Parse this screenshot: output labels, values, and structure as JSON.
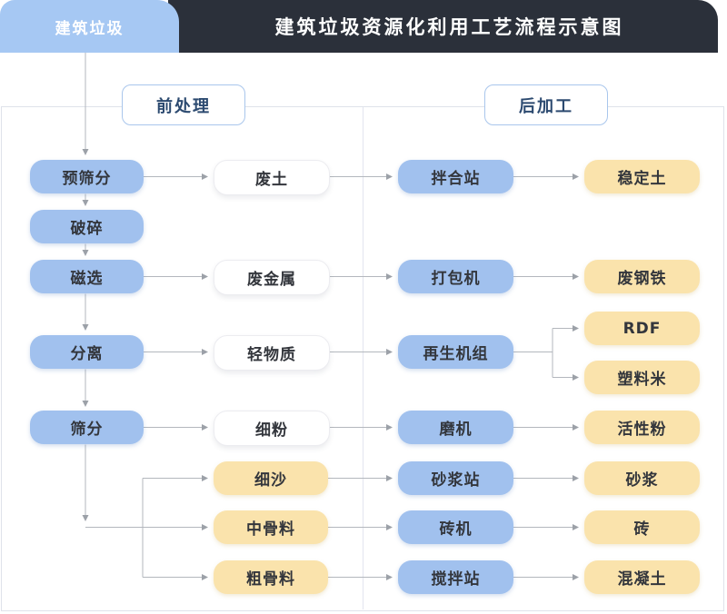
{
  "header": {
    "tab_label": "建筑垃圾",
    "title": "建筑垃圾资源化利用工艺流程示意图"
  },
  "sections": {
    "left": "前处理",
    "right": "后加工"
  },
  "nodes": {
    "pre_screening": "预筛分",
    "crushing": "破碎",
    "magnetic_separation": "磁选",
    "separation": "分离",
    "screening": "筛分",
    "waste_soil": "废土",
    "waste_metal": "废金属",
    "light_material": "轻物质",
    "fine_powder": "细粉",
    "fine_sand": "细沙",
    "medium_aggregate": "中骨料",
    "coarse_aggregate": "粗骨料",
    "mixing_plant": "拌合站",
    "baler": "打包机",
    "regeneration_unit": "再生机组",
    "mill": "磨机",
    "mortar_plant": "砂浆站",
    "brick_machine": "砖机",
    "concrete_mixing_plant": "搅拌站",
    "stabilized_soil": "稳定土",
    "waste_steel": "废钢铁",
    "rdf": "RDF",
    "plastic_pellets": "塑料米",
    "active_powder": "活性粉",
    "mortar": "砂浆",
    "brick": "砖",
    "concrete": "混凝土"
  },
  "colors": {
    "header_bg": "#2b303a",
    "header_text": "#ffffff",
    "tab_bg": "#a6c8f3",
    "process_box_blue": "#a1c1ee",
    "product_box_yellow": "#fae3ac",
    "output_box_white": "#ffffff",
    "section_label_text": "#2c4a70",
    "section_label_border": "#a9c6ec",
    "connector_gray": "#b3b7bd",
    "panel_border": "#dfe2ea"
  }
}
